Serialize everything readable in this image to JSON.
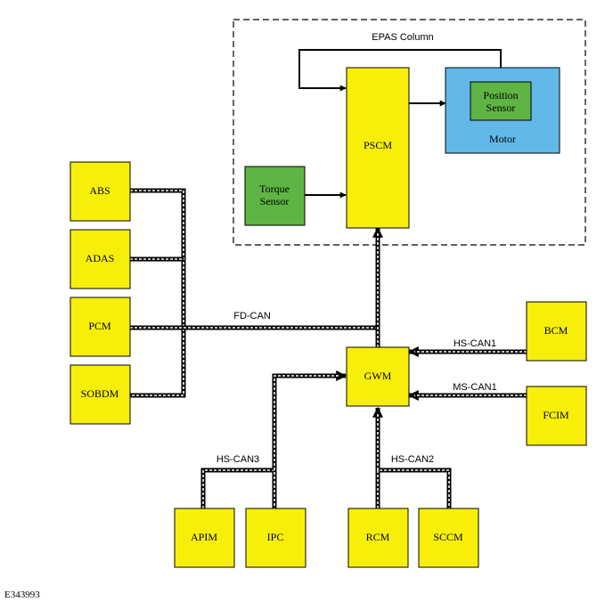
{
  "epas": {
    "title": "EPAS Column"
  },
  "modules": {
    "abs": "ABS",
    "adas": "ADAS",
    "pcm": "PCM",
    "sobdm": "SOBDM",
    "pscm": "PSCM",
    "torque_line1": "Torque",
    "torque_line2": "Sensor",
    "position_line1": "Position",
    "position_line2": "Sensor",
    "motor": "Motor",
    "gwm": "GWM",
    "bcm": "BCM",
    "fcim": "FCIM",
    "apim": "APIM",
    "ipc": "IPC",
    "rcm": "RCM",
    "sccm": "SCCM"
  },
  "buses": {
    "fd_can": "FD-CAN",
    "hs_can1": "HS-CAN1",
    "ms_can1": "MS-CAN1",
    "hs_can3": "HS-CAN3",
    "hs_can2": "HS-CAN2"
  },
  "reference": "E343993",
  "colors": {
    "module": "#f7ef0a",
    "sensor": "#5fb544",
    "motor": "#63b8ea"
  }
}
